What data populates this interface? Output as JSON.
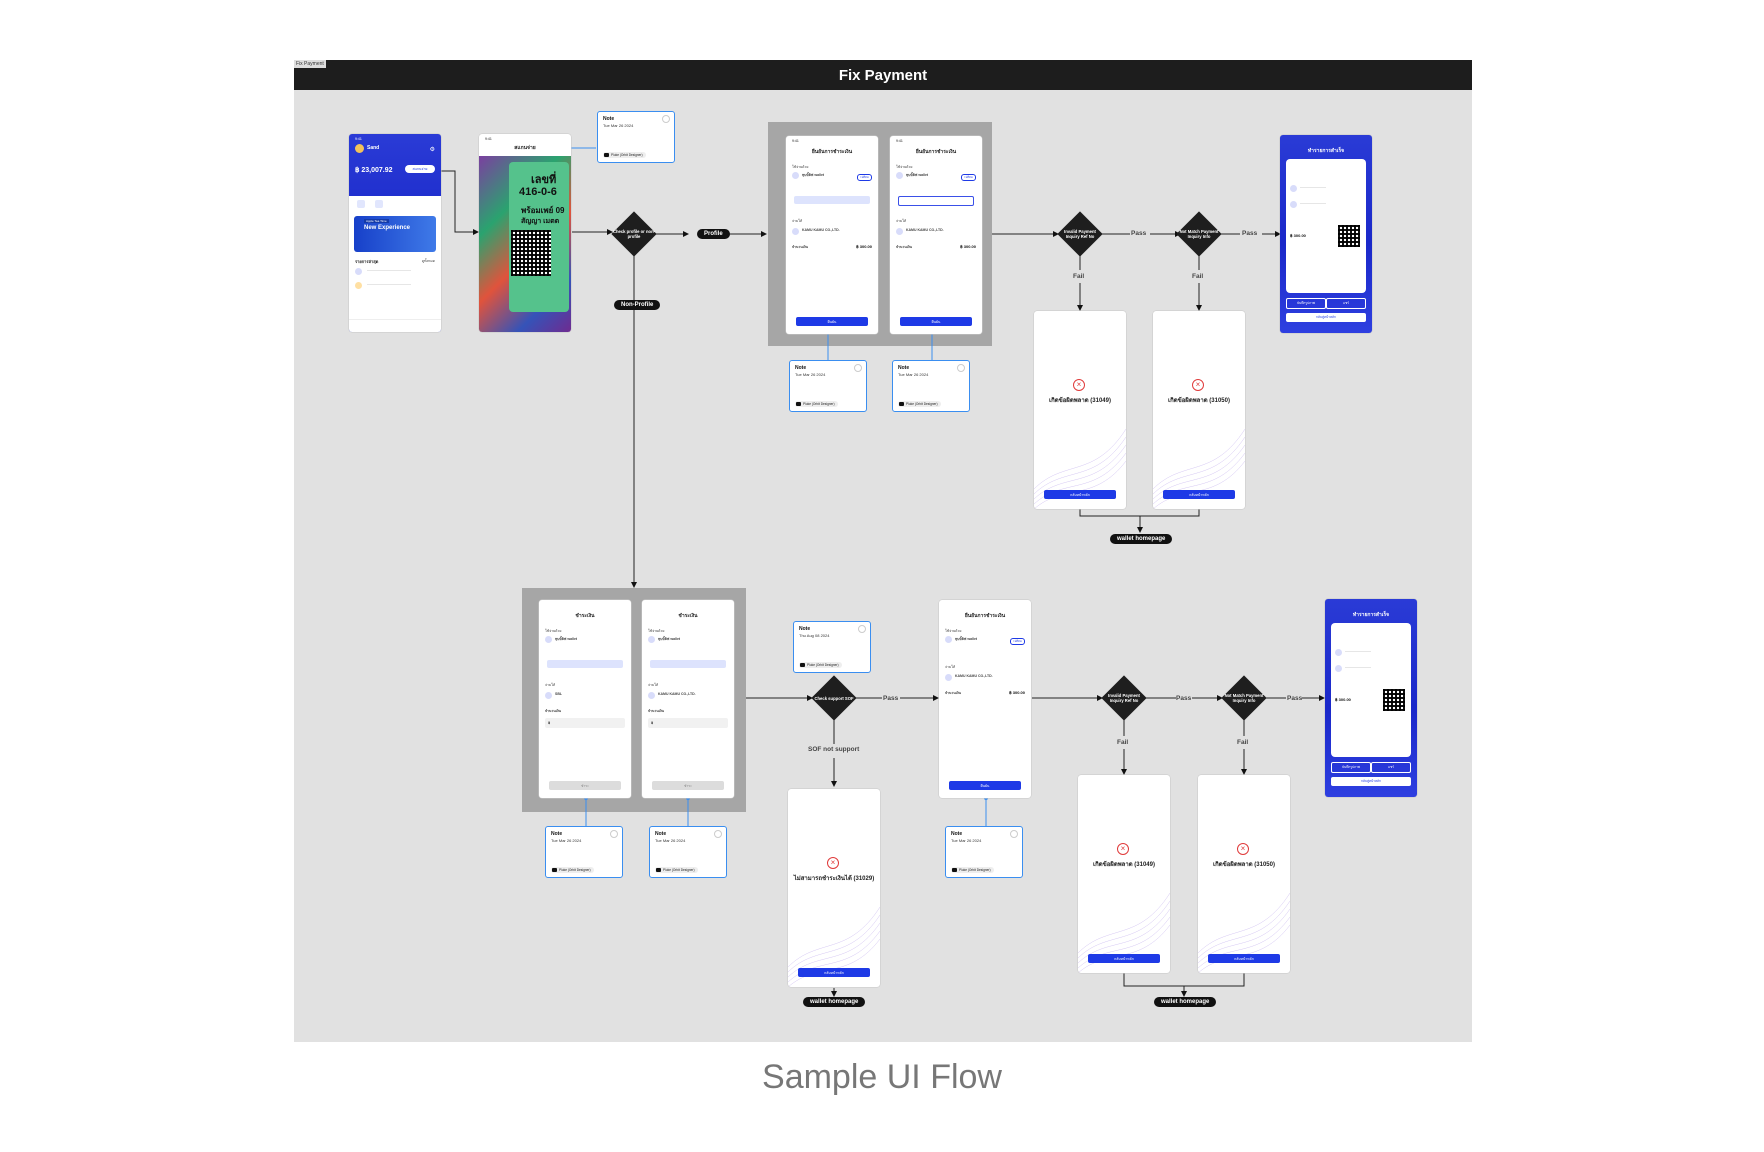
{
  "title": "Fix Payment",
  "caption": "Sample UI Flow",
  "frame_tag": "Fix Payment",
  "flow": {
    "decision_check_profile": "Check profile or non-profile",
    "decision_check_sof": "Check support SOF",
    "decision_invalid_1": "Invalid Payment Inquiry Ref No",
    "decision_notmatch_1": "Not Match Payment Inquiry Info",
    "decision_invalid_2": "Invalid Payment Inquiry Ref No",
    "decision_notmatch_2": "Not Match Payment Inquiry Info",
    "label_profile": "Profile",
    "label_non_profile": "Non-Profile",
    "label_pass": "Pass",
    "label_fail": "Fail",
    "label_sof_not_support": "SOF not support",
    "label_wallet_homepage": "wallet homepage"
  },
  "home": {
    "status_time": "9:41",
    "user_name": "Sand",
    "balance": "฿ 23,007.92",
    "scan_button": "สแกนจ่าย",
    "banner": "New Experience",
    "banner_tag": "Apple Tea Time",
    "section_title": "รายการล่าสุด",
    "see_all": "ดูทั้งหมด"
  },
  "scan": {
    "status_time": "9:41",
    "title": "สแกนจ่าย",
    "poster_text_1": "เลขที่",
    "poster_text_2": "416-0-6",
    "poster_text_3": "พร้อมเพย์ 09",
    "poster_text_4": "สัญญา เมตต"
  },
  "confirm": {
    "status_time": "9:41",
    "title": "ยืนยันการชำระเงิน",
    "source_label": "ใช้จ่ายด้วย",
    "wallet_name": "หุบบิ้ลิฟ wallet",
    "change": "เปลี่ยน",
    "pay_to_label": "จ่ายให้",
    "merchant": "KAMU KAMU CO.,LTD.",
    "amount_label": "จำนวนเงิน",
    "amount": "฿ 300.00",
    "confirm_button": "ยืนยัน"
  },
  "pay": {
    "title": "ชำระเงิน",
    "source_label": "ใช้จ่ายด้วย",
    "wallet_name": "หุบบิ้ลิฟ wallet",
    "pay_to_label": "จ่ายให้",
    "merchant_a": "SBL",
    "merchant_b": "KAMU KAMU CO.,LTD.",
    "amount_label": "จำนวนเงิน",
    "amount_placeholder": "฿",
    "button": "ชำระ"
  },
  "error": {
    "title_31049": "เกิดข้อผิดพลาด (31049)",
    "title_31050": "เกิดข้อผิดพลาด (31050)",
    "title_31029": "ไม่สามารถชำระเงินได้ (31029)",
    "button": "กลับหน้าหลัก"
  },
  "success": {
    "title": "ทำรายการสำเร็จ",
    "amount": "฿ 300.00",
    "save_button": "บันทึกรูปภาพ",
    "share_button": "แชร์",
    "home_button": "กลับสู่หน้าหลัก"
  },
  "notes": [
    {
      "heading": "Note",
      "date": "Tue Mar 26 2024",
      "author": "Pluke (Orbit Designer)"
    },
    {
      "heading": "Note",
      "date": "Tue Mar 26 2024",
      "author": "Pluke (Orbit Designer)"
    },
    {
      "heading": "Note",
      "date": "Tue Mar 26 2024",
      "author": "Pluke (Orbit Designer)"
    },
    {
      "heading": "Note",
      "date": "Thu Aug 08 2024",
      "author": "Pluke (Orbit Designer)"
    },
    {
      "heading": "Note",
      "date": "Tue Mar 26 2024",
      "author": "Pluke (Orbit Designer)"
    },
    {
      "heading": "Note",
      "date": "Tue Mar 26 2024",
      "author": "Pluke (Orbit Designer)"
    },
    {
      "heading": "Note",
      "date": "Tue Mar 26 2024",
      "author": "Pluke (Orbit Designer)"
    }
  ],
  "colors": {
    "accent": "#1e3ae6",
    "frame_bg": "#e1e1e1",
    "title_bar": "#1d1d1d",
    "note_border": "#3a8ef0",
    "error": "#e03a3a"
  }
}
